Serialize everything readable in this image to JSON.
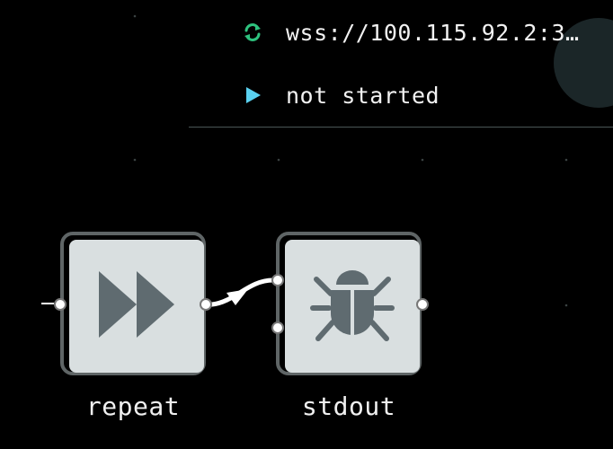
{
  "status": {
    "connection_url": "wss://100.115.92.2:3…",
    "connection_icon": "sync-icon",
    "run_state": "not started",
    "run_icon": "play-icon",
    "colors": {
      "sync": "#2ec27e",
      "play": "#5ad1f0"
    }
  },
  "nodes": [
    {
      "id": "repeat",
      "label": "repeat",
      "icon": "fast-forward-icon"
    },
    {
      "id": "stdout",
      "label": "stdout",
      "icon": "bug-icon"
    }
  ],
  "colors": {
    "background": "#000000",
    "node_border": "#5f6566",
    "node_fill": "#d9dfe0",
    "icon": "#5f6b70",
    "edge": "#ffffff"
  }
}
